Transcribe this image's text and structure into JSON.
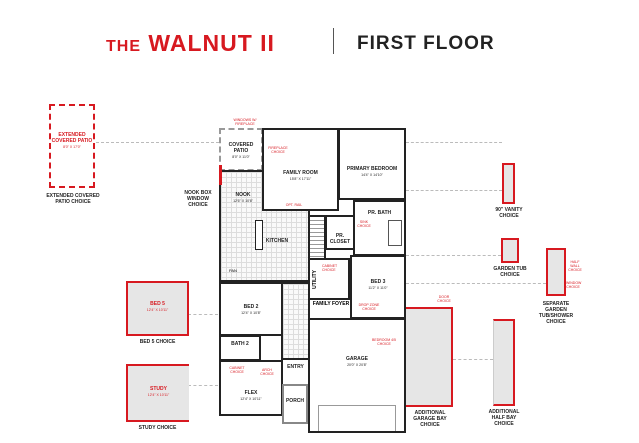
{
  "header": {
    "title_prefix": "THE",
    "title_name": "WALNUT II",
    "floor": "FIRST FLOOR"
  },
  "rooms": {
    "covered_patio": {
      "name": "COVERED PATIO",
      "dim": "8'0\" X 11'0\""
    },
    "family_room": {
      "name": "FAMILY ROOM",
      "dim": "15'8\" X 17'11\""
    },
    "primary_bedroom": {
      "name": "PRIMARY BEDROOM",
      "dim": "14'4\" X 14'10\""
    },
    "nook": {
      "name": "NOOK",
      "dim": "12'6\" X 10'6\""
    },
    "kitchen": {
      "name": "KITCHEN"
    },
    "pr_bath": {
      "name": "PR. BATH"
    },
    "pr_closet": {
      "name": "PR. CLOSET"
    },
    "utility": {
      "name": "UTILITY"
    },
    "bed3": {
      "name": "BED 3",
      "dim": "11'2\" X 11'0\""
    },
    "family_foyer": {
      "name": "FAMILY FOYER"
    },
    "bed2": {
      "name": "BED 2",
      "dim": "12'4\" X 10'8\""
    },
    "bath2": {
      "name": "BATH 2"
    },
    "flex": {
      "name": "FLEX",
      "dim": "12'4\" X 10'11\""
    },
    "entry": {
      "name": "ENTRY"
    },
    "porch": {
      "name": "PORCH"
    },
    "garage": {
      "name": "GARAGE",
      "dim": "20'0\" X 20'8\""
    },
    "pantry": {
      "name": "PAN"
    }
  },
  "notes": {
    "fireplace_choice": "FIREPLACE CHOICE",
    "window_fireplace": "WINDOWS W/ FIREPLACE",
    "opt_rail": "OPT. RAIL",
    "sink_choice": "SINK CHOICE",
    "cabinet_choice": "CABINET CHOICE",
    "drop_zone_choice": "DROP ZONE CHOICE",
    "bedroom_4_choice": "BEDROOM 4/5 CHOICE",
    "arch_choice": "ARCH CHOICE",
    "door_choice": "DOOR CHOICE",
    "half_wall_choice": "HALF WALL CHOICE",
    "window_choice": "WINDOW CHOICE"
  },
  "choices": {
    "extended_patio": {
      "room": "EXTENDED COVERED PATIO",
      "dim": "8'0\" X 17'0\"",
      "caption": "EXTENDED COVERED PATIO CHOICE"
    },
    "nook_box": {
      "caption": "NOOK BOX WINDOW CHOICE"
    },
    "bed5": {
      "room": "BED 5",
      "dim": "12'4\" X 10'11\"",
      "caption": "BED 5 CHOICE"
    },
    "study": {
      "room": "STUDY",
      "dim": "12'4\" X 10'11\"",
      "caption": "STUDY CHOICE"
    },
    "vanity": {
      "caption": "90\" VANITY CHOICE"
    },
    "garden_tub": {
      "caption": "GARDEN TUB CHOICE"
    },
    "separate_tub": {
      "caption": "SEPARATE GARDEN TUB/SHOWER CHOICE"
    },
    "garage_bay": {
      "caption": "ADDITIONAL GARAGE BAY CHOICE"
    },
    "half_bay": {
      "caption": "ADDITIONAL HALF BAY CHOICE"
    }
  }
}
